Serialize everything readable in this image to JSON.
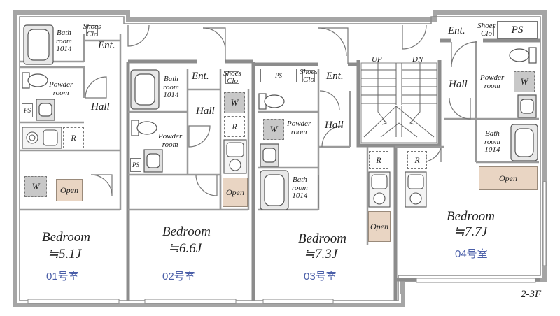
{
  "floor_label": "2-3F",
  "units": [
    {
      "unit_label": "01号室",
      "bedroom_label": "Bedroom",
      "bedroom_size": "≒5.1J",
      "hall": "Hall",
      "entrance": "Ent.",
      "bathroom": [
        "Bath",
        "room",
        "1014"
      ],
      "powder_room": [
        "Powder",
        "room"
      ],
      "shoes_closet": [
        "Shoes",
        "Clo"
      ],
      "ps": "PS",
      "washer": "W",
      "fridge": "R",
      "open_closet": "Open"
    },
    {
      "unit_label": "02号室",
      "bedroom_label": "Bedroom",
      "bedroom_size": "≒6.6J",
      "hall": "Hall",
      "entrance": "Ent.",
      "bathroom": [
        "Bath",
        "room",
        "1014"
      ],
      "powder_room": [
        "Powder",
        "room"
      ],
      "shoes_closet": [
        "Shoes",
        "Clo"
      ],
      "ps": "PS",
      "washer": "W",
      "fridge": "R",
      "open_closet": "Open"
    },
    {
      "unit_label": "03号室",
      "bedroom_label": "Bedroom",
      "bedroom_size": "≒7.3J",
      "hall": "Hall",
      "entrance": "Ent.",
      "bathroom": [
        "Bath",
        "room",
        "1014"
      ],
      "powder_room": [
        "Powder",
        "room"
      ],
      "shoes_closet": [
        "Shoes",
        "Clo"
      ],
      "ps": "PS",
      "washer": "W",
      "fridge": "R",
      "open_closet": "Open"
    },
    {
      "unit_label": "04号室",
      "bedroom_label": "Bedroom",
      "bedroom_size": "≒7.7J",
      "hall": "Hall",
      "entrance": "Ent.",
      "bathroom": [
        "Bath",
        "room",
        "1014"
      ],
      "powder_room": [
        "Powder",
        "room"
      ],
      "shoes_closet": [
        "Shoes",
        "Clo"
      ],
      "ps": "PS",
      "washer": "W",
      "fridge": "R",
      "open_closet": "Open"
    }
  ],
  "stairs": {
    "up": "UP",
    "down": "DN"
  },
  "colors": {
    "wall": "#9a9a9a",
    "open_closet": "#e9d5c3",
    "washer": "#c8c8c8",
    "unit_label": "#4a5ea8"
  }
}
